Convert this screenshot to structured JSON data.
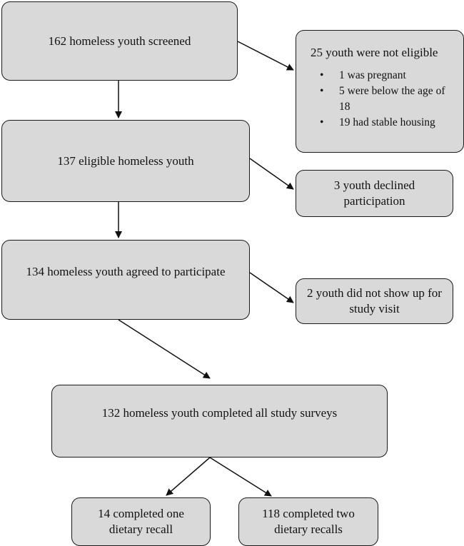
{
  "main_steps": {
    "screened": "162 homeless youth screened",
    "eligible": "137 eligible homeless youth",
    "agreed": "134 homeless youth agreed to participate",
    "completed": "132 homeless youth completed all study surveys"
  },
  "exclusions": {
    "not_eligible": {
      "title": "25 youth were not eligible",
      "reasons": [
        "1 was pregnant",
        "5 were below the age of 18",
        "19 had stable housing"
      ]
    },
    "declined": "3 youth declined participation",
    "no_show": "2 youth did not show up for study visit"
  },
  "outcomes": {
    "one_recall": "14 completed one dietary recall",
    "two_recalls": "118 completed two dietary recalls"
  }
}
